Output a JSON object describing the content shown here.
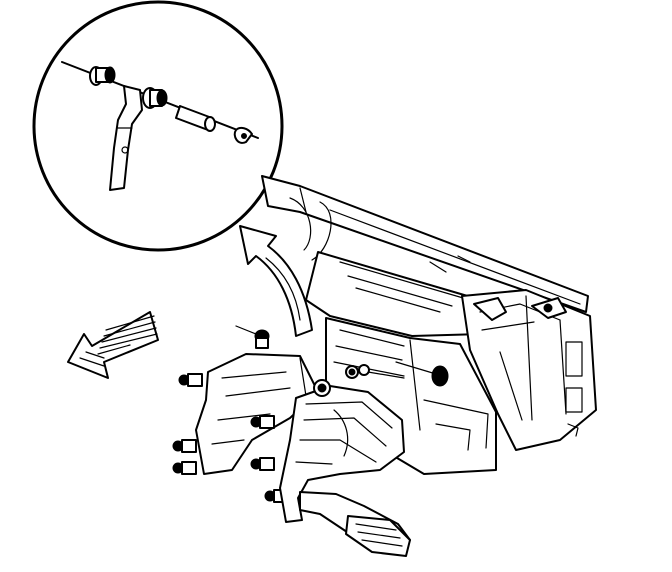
{
  "diagram": {
    "view": "exploded-illustration",
    "detail_callout": "circle-inset",
    "direction_arrow": "pointing-left",
    "colors": {
      "line": "#000000",
      "background": "#ffffff"
    }
  }
}
